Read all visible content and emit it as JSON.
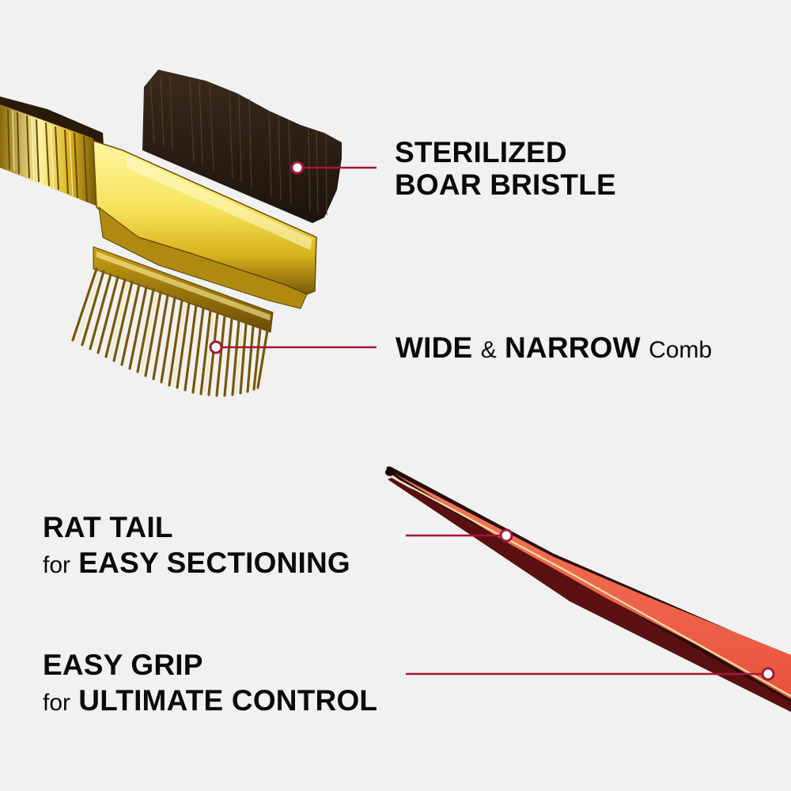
{
  "theme": {
    "background": "#f1f1f1",
    "text_color": "#0a0a0a",
    "leader_color": "#a3173a",
    "dot_fill": "#ffffff",
    "gold_light": "#fff48a",
    "gold_mid": "#e2c21a",
    "gold_dark": "#7a5a08",
    "bristle_color": "#2a1d14",
    "handle_red": "#f2664d",
    "handle_dark": "#2a0d0d",
    "handle_highlight": "#f6e0a6"
  },
  "callouts": {
    "bristle": {
      "line1": "STERILIZED",
      "line2": "BOAR BRISTLE"
    },
    "comb": {
      "part1": "WIDE",
      "amp": "&",
      "part2": "NARROW",
      "tail": "Comb"
    },
    "rattail": {
      "title": "RAT TAIL",
      "prefix": "for",
      "emphasis": "EASY SECTIONING"
    },
    "grip": {
      "title": "EASY GRIP",
      "prefix": "for",
      "emphasis": "ULTIMATE CONTROL"
    }
  },
  "product_parts": [
    "boar-bristle-brush-head",
    "fine-tooth-comb",
    "gold-ribbed-ferrule",
    "rat-tail-handle"
  ]
}
